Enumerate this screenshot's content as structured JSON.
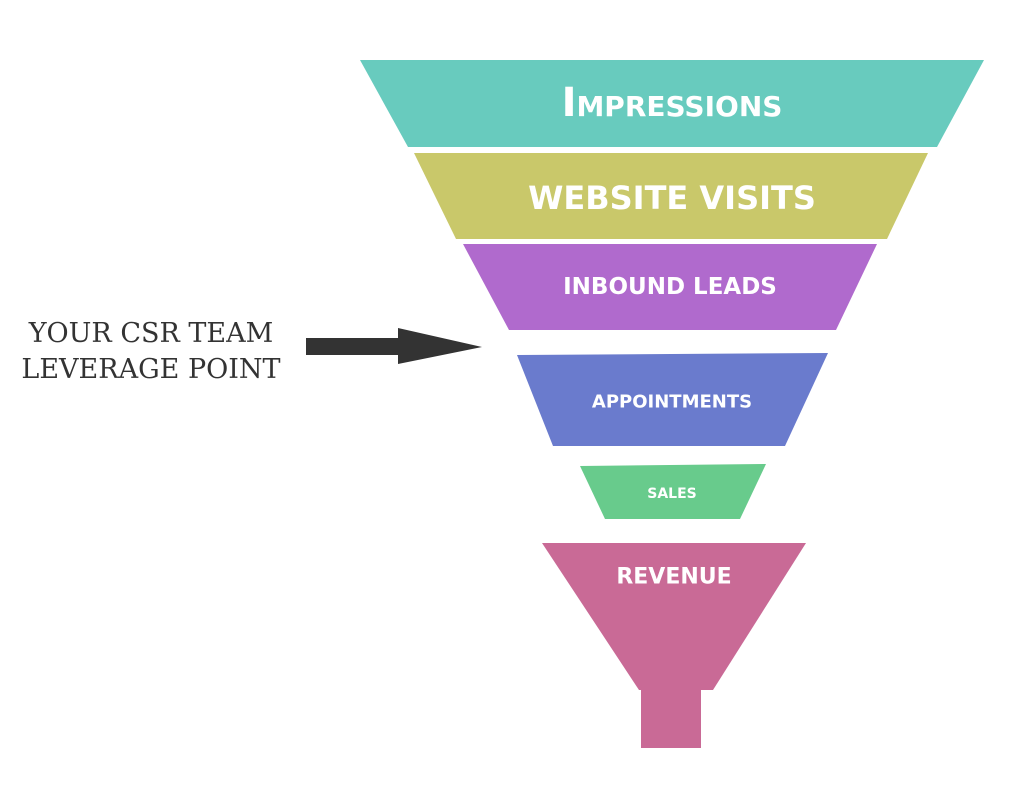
{
  "stages": [
    {
      "label": "Impressions",
      "color": "#68cbbe"
    },
    {
      "label": "WEBSITE VISITS",
      "color": "#c9c86a"
    },
    {
      "label": "INBOUND LEADS",
      "color": "#b06acd"
    },
    {
      "label": "APPOINTMENTS",
      "color": "#6a7bcd"
    },
    {
      "label": "SALES",
      "color": "#68cb8c"
    },
    {
      "label": "REVENUE",
      "color": "#c96a96"
    }
  ],
  "leverage": {
    "line1": "YOUR CSR TEAM",
    "line2": "LEVERAGE POINT",
    "arrow_color": "#333333"
  }
}
